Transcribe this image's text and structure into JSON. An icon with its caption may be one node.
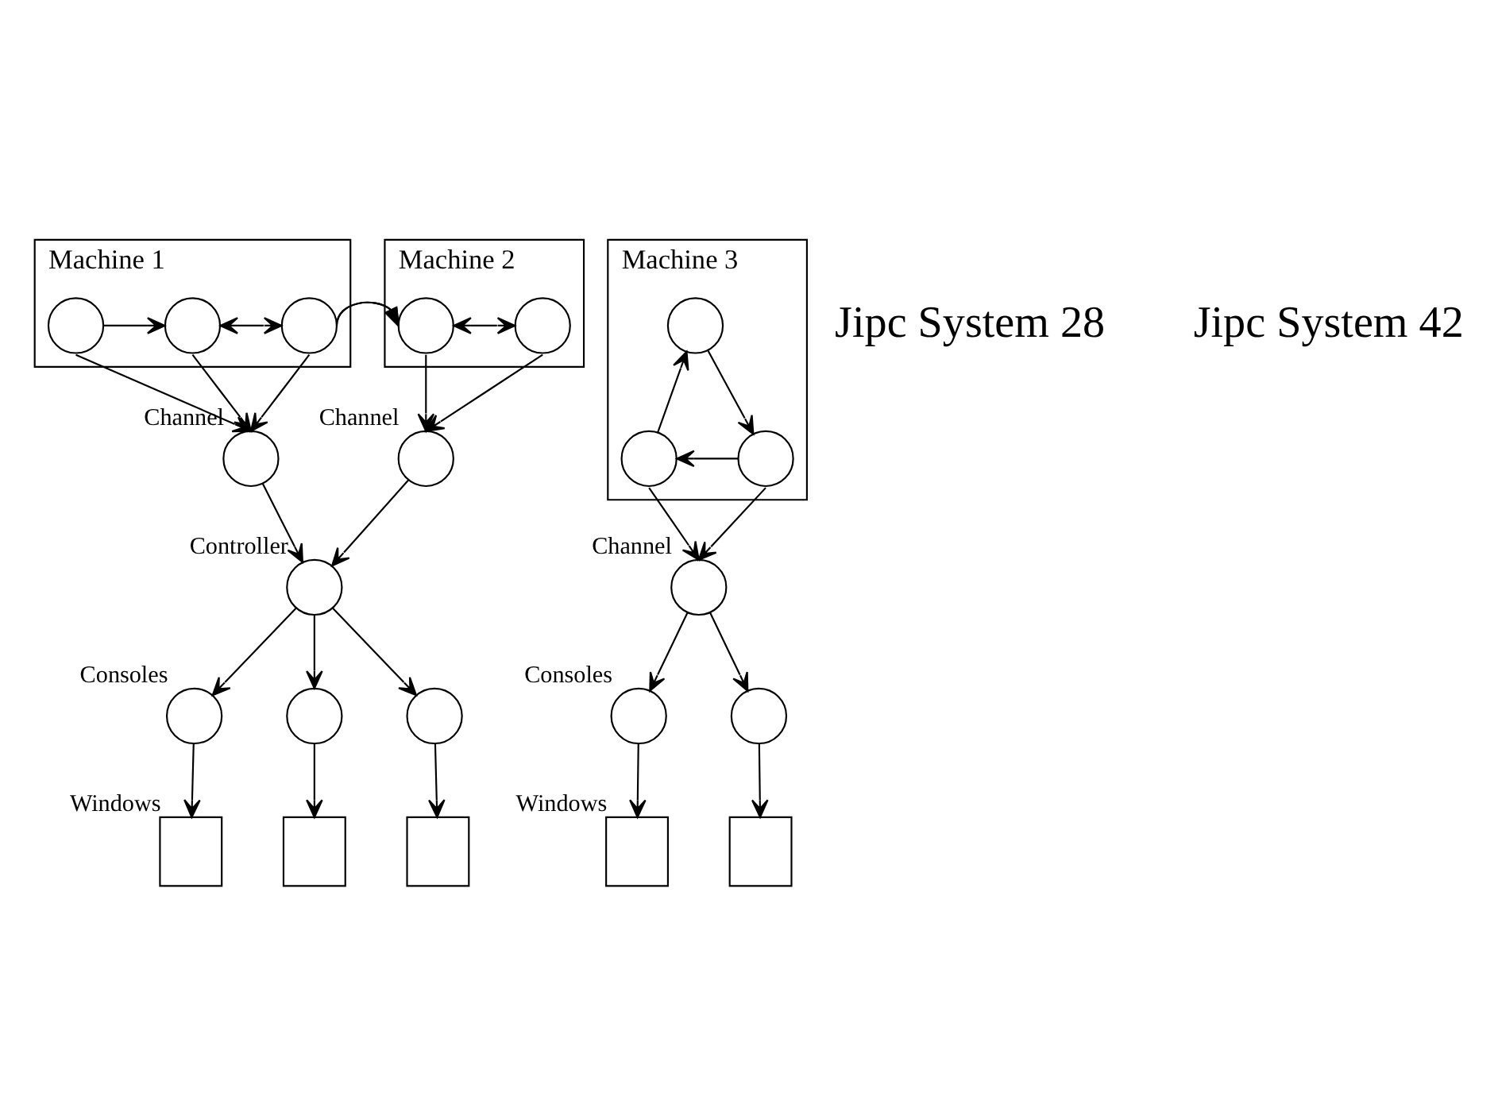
{
  "diagram": {
    "nodes": [
      {
        "text": [
          "Machine 1"
        ]
      },
      {
        "text": [],
        "shape": "circle",
        "in": 0
      },
      {
        "text": [],
        "shape": "circle",
        "in": 0
      },
      {
        "text": [],
        "shape": "circle",
        "in": 0
      },
      {
        "text": [
          "Machine 2"
        ]
      },
      {
        "text": [],
        "shape": "circle",
        "in": 4
      },
      {
        "text": [],
        "shape": "circle",
        "in": 4
      },
      {
        "text": [],
        "shape": "circle",
        "beside": [
          "Channel"
        ]
      },
      {
        "text": [],
        "shape": "circle",
        "beside": [
          "Channel"
        ]
      },
      {
        "text": [],
        "shape": "circle",
        "beside": [
          "Controller"
        ]
      },
      {
        "text": [],
        "shape": "circle",
        "beside": [
          "Consoles"
        ]
      },
      {
        "text": [],
        "shape": "circle"
      },
      {
        "text": [],
        "shape": "circle"
      },
      {
        "text": [],
        "shape": "box",
        "beside": [
          "Windows"
        ]
      },
      {
        "text": [],
        "shape": "box"
      },
      {
        "text": [],
        "shape": "box"
      },
      {
        "text": [
          "Machine 3"
        ]
      },
      {
        "text": [],
        "shape": "circle",
        "in": 16
      },
      {
        "text": [],
        "shape": "circle",
        "in": 16
      },
      {
        "text": [],
        "shape": "circle",
        "in": 16
      },
      {
        "text": [],
        "shape": "circle",
        "beside": [
          "Channel"
        ]
      },
      {
        "text": [],
        "shape": "circle",
        "beside": [
          "Consoles"
        ]
      },
      {
        "text": [],
        "shape": "circle"
      },
      {
        "text": [],
        "shape": "box",
        "beside": [
          "Windows"
        ]
      },
      {
        "text": [],
        "shape": "box"
      }
    ],
    "edges": [
      {
        "from": 1,
        "to": 2,
        "arrow": "to"
      },
      {
        "from": 2,
        "to": 3,
        "arrow": "both"
      },
      {
        "from": 3,
        "to": 5,
        "arrow": "to"
      },
      {
        "from": 5,
        "to": 6,
        "arrow": "both"
      },
      {
        "from": 1,
        "to": 7,
        "arrow": "to"
      },
      {
        "from": 2,
        "to": 7,
        "arrow": "to"
      },
      {
        "from": 3,
        "to": 7,
        "arrow": "to"
      },
      {
        "from": 5,
        "to": 8,
        "arrow": "to"
      },
      {
        "from": 6,
        "to": 8,
        "arrow": "to"
      },
      {
        "from": 7,
        "to": 9,
        "arrow": "to"
      },
      {
        "from": 8,
        "to": 9,
        "arrow": "to"
      },
      {
        "from": 9,
        "to": 10,
        "arrow": "to"
      },
      {
        "from": 9,
        "to": 11,
        "arrow": "to"
      },
      {
        "from": 9,
        "to": 12,
        "arrow": "to"
      },
      {
        "from": 10,
        "to": 13,
        "arrow": "to"
      },
      {
        "from": 11,
        "to": 14,
        "arrow": "to"
      },
      {
        "from": 12,
        "to": 15,
        "arrow": "to"
      },
      {
        "from": 18,
        "to": 17,
        "arrow": "to"
      },
      {
        "from": 17,
        "to": 19,
        "arrow": "to"
      },
      {
        "from": 19,
        "to": 18,
        "arrow": "to"
      },
      {
        "from": 18,
        "to": 20,
        "arrow": "to"
      },
      {
        "from": 19,
        "to": 20,
        "arrow": "to"
      },
      {
        "from": 20,
        "to": 21,
        "arrow": "to"
      },
      {
        "from": 20,
        "to": 22,
        "arrow": "to"
      },
      {
        "from": 21,
        "to": 23,
        "arrow": "to"
      },
      {
        "from": 22,
        "to": 24,
        "arrow": "to"
      }
    ],
    "labels": [
      "Jipc System 28",
      "Jipc System 42"
    ]
  }
}
